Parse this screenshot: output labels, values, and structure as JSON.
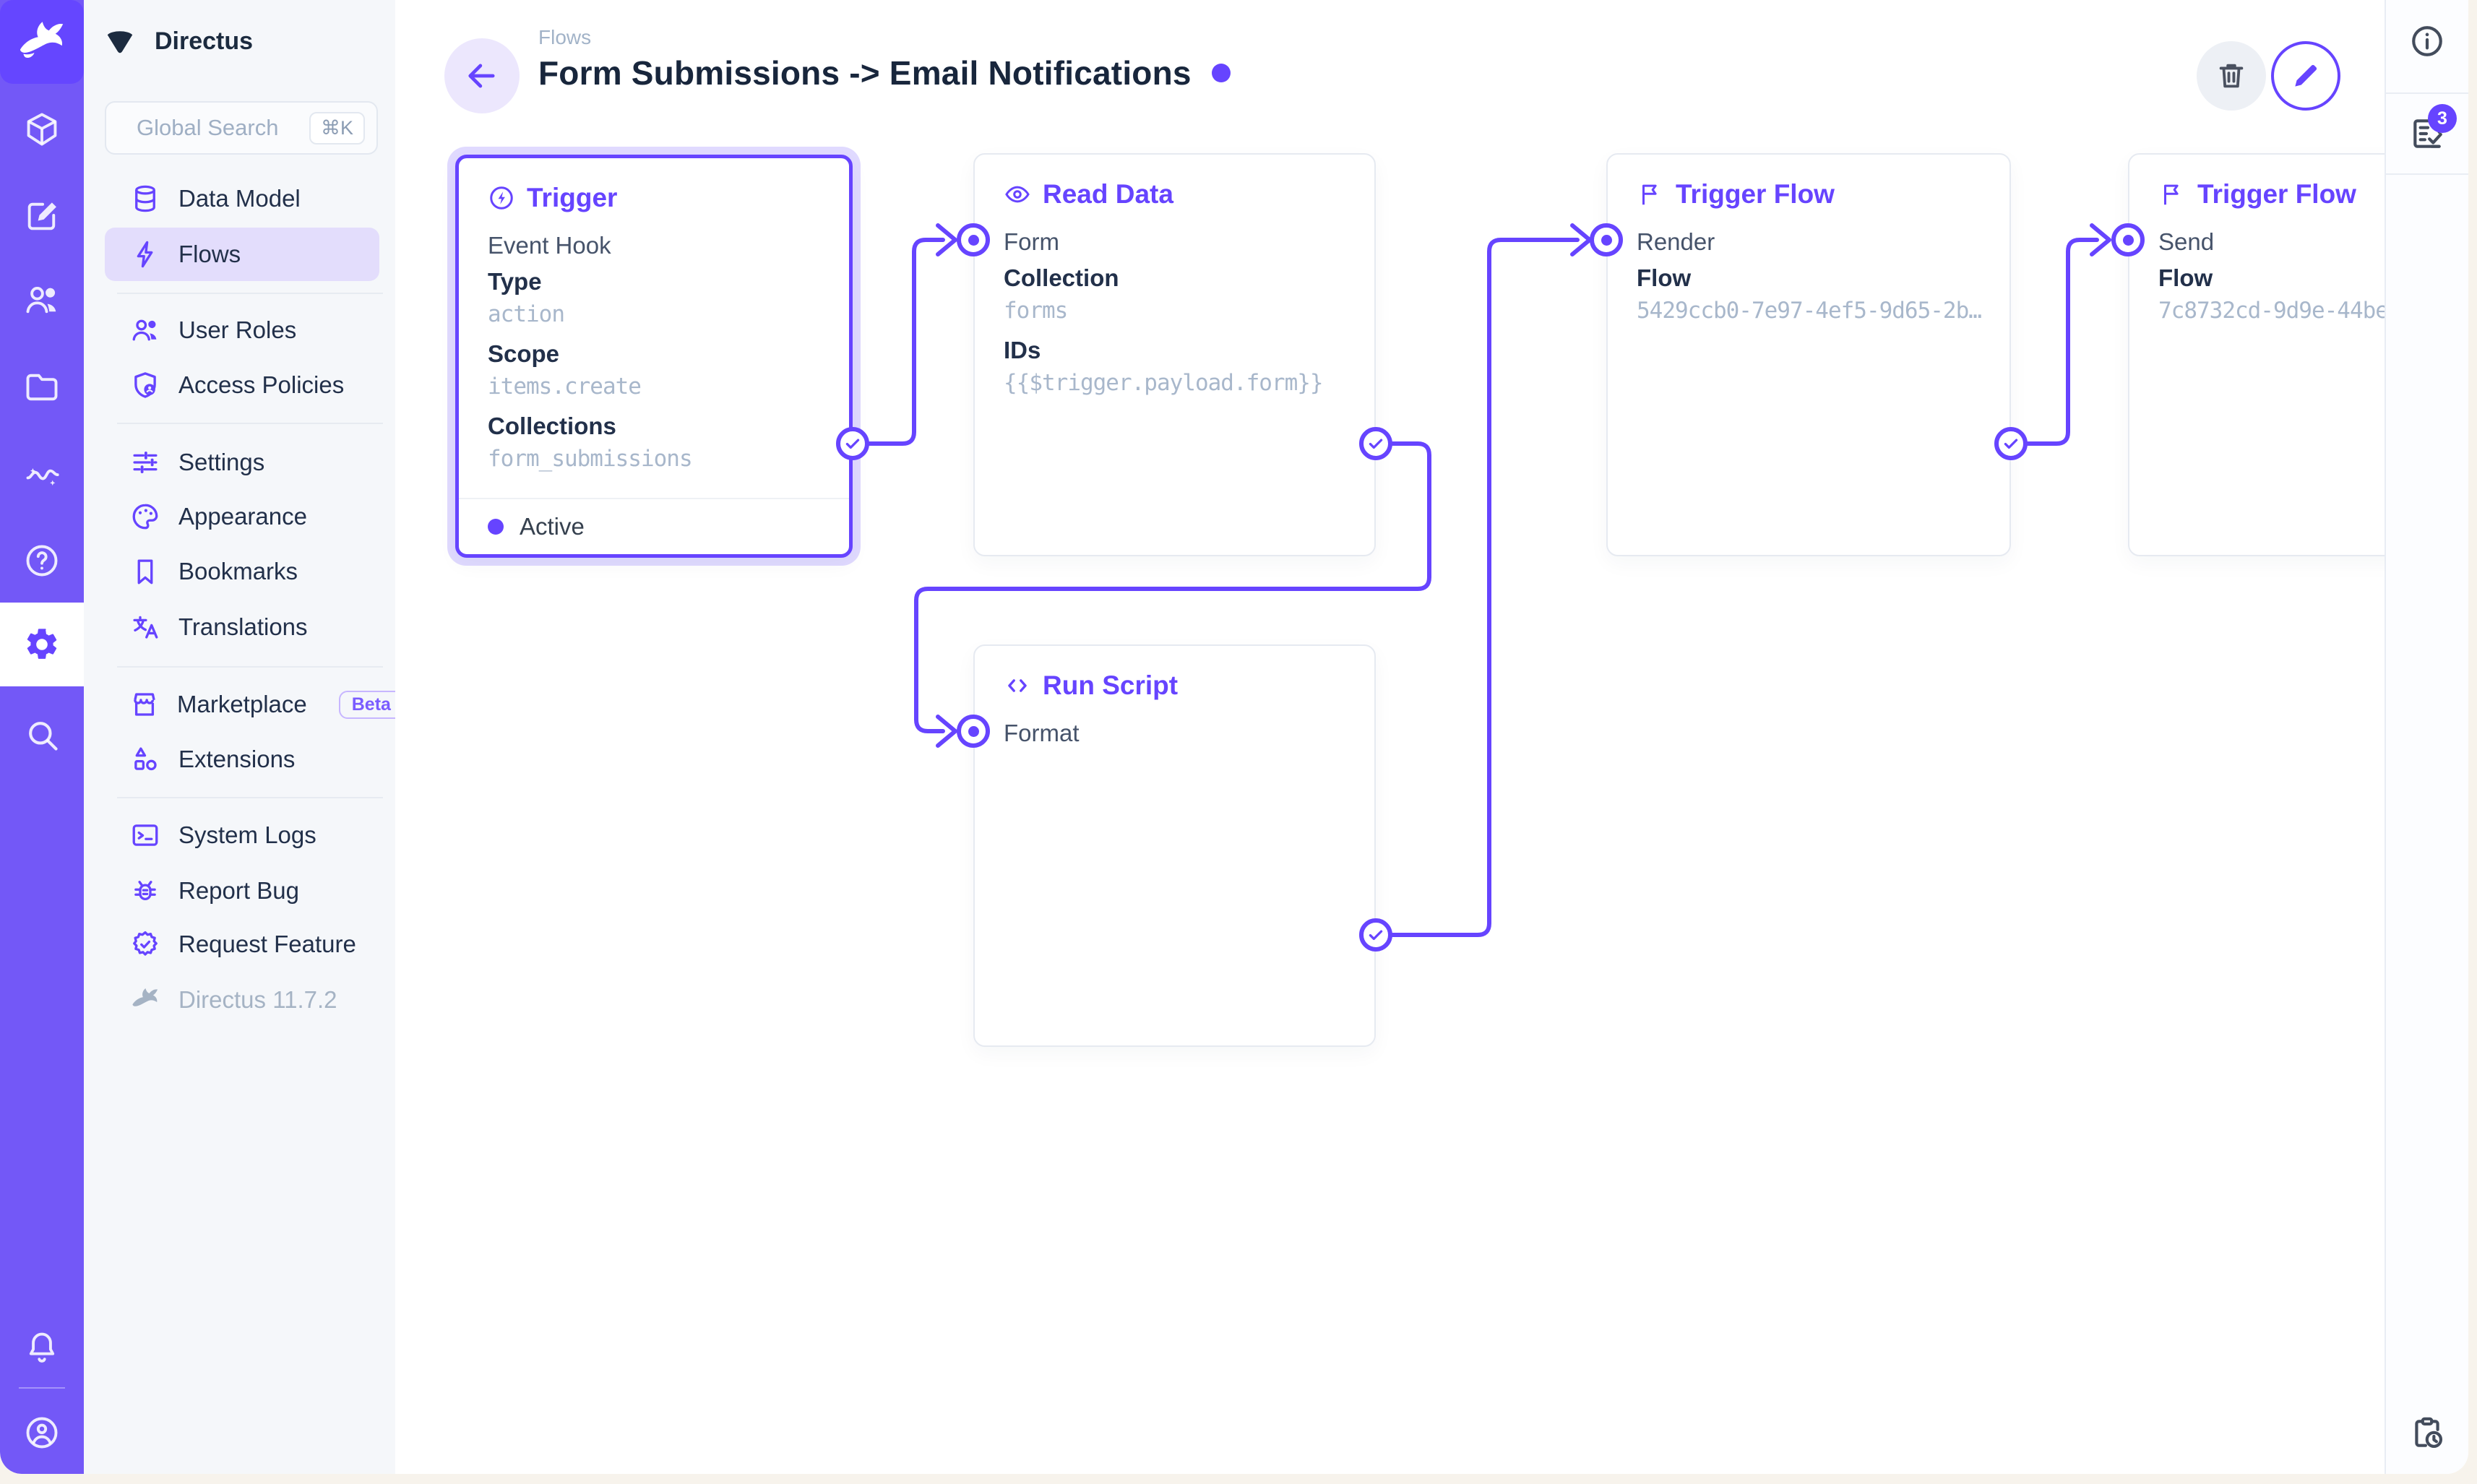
{
  "colors": {
    "accent": "#6644FF",
    "module_bar": "#7358F7",
    "logo_tile": "#6546FF",
    "selected_halo": "rgba(102,68,255,.2)"
  },
  "module_bar": {
    "modules": [
      {
        "icon": "box-icon"
      },
      {
        "icon": "edit-icon"
      },
      {
        "icon": "people-icon"
      },
      {
        "icon": "folder-icon"
      },
      {
        "icon": "insights-icon"
      },
      {
        "icon": "help-icon"
      },
      {
        "icon": "settings-icon",
        "active": true
      },
      {
        "icon": "search-icon"
      }
    ],
    "bottom": [
      {
        "icon": "bell-icon"
      },
      {
        "icon": "avatar-icon"
      }
    ]
  },
  "sidebar": {
    "project_name": "Directus",
    "search": {
      "placeholder": "Global Search",
      "shortcut": "⌘K"
    },
    "groups": [
      [
        {
          "label": "Data Model",
          "icon": "database-icon"
        },
        {
          "label": "Flows",
          "icon": "bolt-icon",
          "active": true
        }
      ],
      [
        {
          "label": "User Roles",
          "icon": "user-roles-icon"
        },
        {
          "label": "Access Policies",
          "icon": "shield-user-icon"
        }
      ],
      [
        {
          "label": "Settings",
          "icon": "tune-icon"
        },
        {
          "label": "Appearance",
          "icon": "palette-icon"
        },
        {
          "label": "Bookmarks",
          "icon": "bookmark-icon"
        },
        {
          "label": "Translations",
          "icon": "translate-icon"
        }
      ],
      [
        {
          "label": "Marketplace",
          "icon": "storefront-icon",
          "badge": "Beta"
        },
        {
          "label": "Extensions",
          "icon": "extension-icon"
        }
      ],
      [
        {
          "label": "System Logs",
          "icon": "terminal-icon"
        },
        {
          "label": "Report Bug",
          "icon": "bug-icon"
        },
        {
          "label": "Request Feature",
          "icon": "feature-icon"
        }
      ]
    ],
    "version": "Directus 11.7.2"
  },
  "header": {
    "breadcrumb": "Flows",
    "title": "Form Submissions -> Email Notifications"
  },
  "canvas": {
    "trigger": {
      "title": "Trigger",
      "kind": "Event Hook",
      "fields": [
        {
          "name": "Type",
          "value": "action"
        },
        {
          "name": "Scope",
          "value": "items.create"
        },
        {
          "name": "Collections",
          "value": "form_submissions"
        }
      ],
      "status": "Active"
    },
    "read_data": {
      "title": "Read Data",
      "key": "Form",
      "fields": [
        {
          "name": "Collection",
          "value": "forms"
        },
        {
          "name": "IDs",
          "value": "{{$trigger.payload.form}}"
        }
      ]
    },
    "run_script": {
      "title": "Run Script",
      "key": "Format"
    },
    "trigger_flow_render": {
      "title": "Trigger Flow",
      "key": "Render",
      "fields": [
        {
          "name": "Flow",
          "value": "5429ccb0-7e97-4ef5-9d65-2b…"
        }
      ]
    },
    "trigger_flow_send": {
      "title": "Trigger Flow",
      "key": "Send",
      "fields": [
        {
          "name": "Flow",
          "value": "7c8732cd-9d9e-44be"
        }
      ]
    }
  },
  "right_rail": {
    "notification_count": "3"
  }
}
